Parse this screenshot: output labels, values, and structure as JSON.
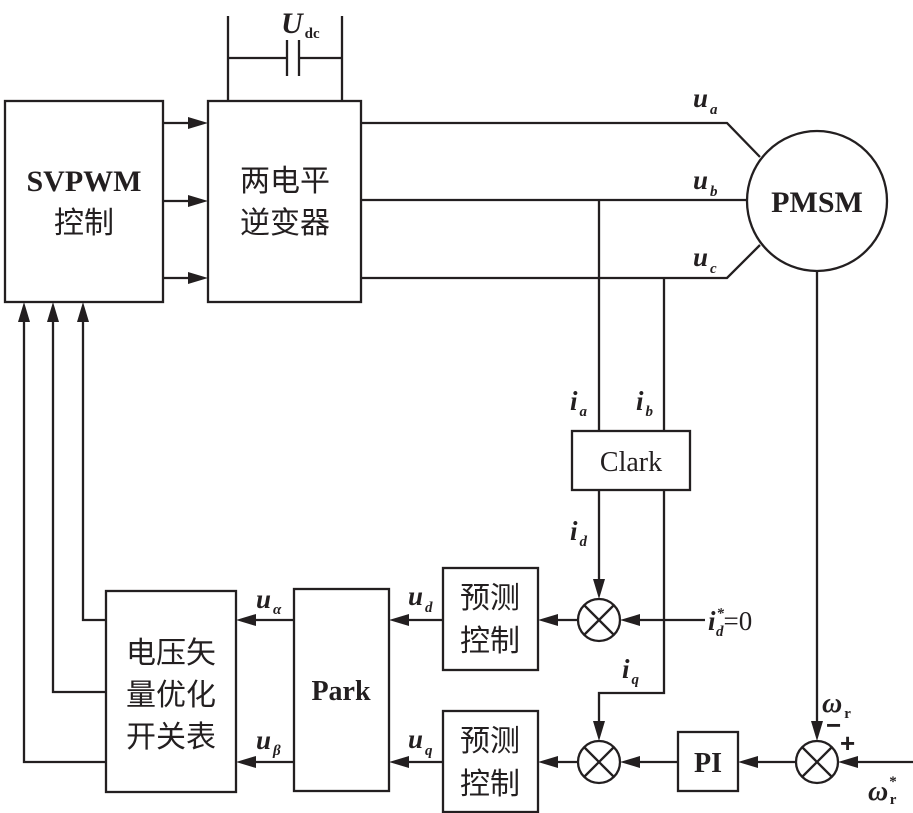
{
  "diagram": {
    "blocks": {
      "svpwm": {
        "line1": "SVPWM",
        "line2": "控制"
      },
      "inverter": {
        "line1": "两电平",
        "line2": "逆变器"
      },
      "motor": "PMSM",
      "clark": "Clark",
      "park": "Park",
      "predict_d": {
        "line1": "预测",
        "line2": "控制"
      },
      "predict_q": {
        "line1": "预测",
        "line2": "控制"
      },
      "switch_table": {
        "line1": "电压矢",
        "line2": "量优化",
        "line3": "开关表"
      },
      "pi": "PI"
    },
    "signals": {
      "udc": {
        "main": "U",
        "sub": "dc"
      },
      "ua": {
        "main": "u",
        "sub": "a"
      },
      "ub": {
        "main": "u",
        "sub": "b"
      },
      "uc": {
        "main": "u",
        "sub": "c"
      },
      "ia": {
        "main": "i",
        "sub": "a"
      },
      "ib": {
        "main": "i",
        "sub": "b"
      },
      "id": {
        "main": "i",
        "sub": "d"
      },
      "iq": {
        "main": "i",
        "sub": "q"
      },
      "id_ref": {
        "main": "i",
        "sup": "*",
        "sub": "d",
        "suffix": "=0"
      },
      "ud": {
        "main": "u",
        "sub": "d"
      },
      "uq": {
        "main": "u",
        "sub": "q"
      },
      "u_alpha": {
        "main": "u",
        "sub": "α"
      },
      "u_beta": {
        "main": "u",
        "sub": "β"
      },
      "omega_r": {
        "main": "ω",
        "sub": "r"
      },
      "omega_r_ref": {
        "main": "ω",
        "sup": "*",
        "sub": "r"
      }
    },
    "sum_signs": {
      "minus": "−",
      "plus": "+"
    }
  }
}
